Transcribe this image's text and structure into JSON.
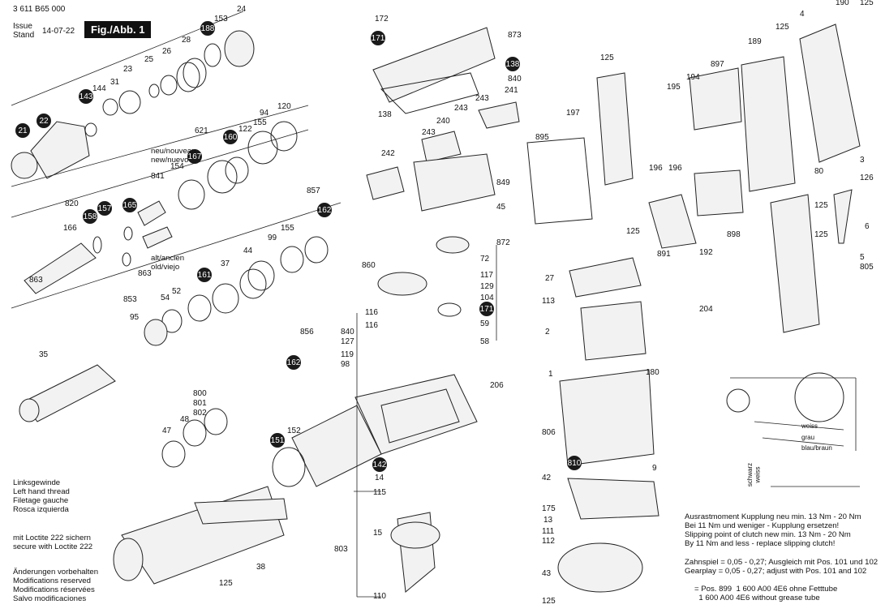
{
  "header": {
    "doc_number": "3 611 B65 000",
    "issue_label": "Issue",
    "stand_label": "Stand",
    "date": "14-07-22",
    "figure": "Fig./Abb. 1"
  },
  "callouts": [
    "24",
    "153",
    "188",
    "28",
    "26",
    "25",
    "23",
    "31",
    "144",
    "143",
    "22",
    "21",
    "94",
    "120",
    "155",
    "122",
    "160",
    "621",
    "167",
    "154",
    "841",
    "165",
    "820",
    "158",
    "157",
    "166",
    "863",
    "863b",
    "857",
    "162",
    "99",
    "155b",
    "37",
    "44",
    "161",
    "52",
    "54",
    "853",
    "95",
    "35",
    "856",
    "162b",
    "98",
    "860",
    "840",
    "116",
    "116b",
    "127",
    "119",
    "800",
    "801",
    "802",
    "48",
    "47",
    "152",
    "151",
    "142",
    "14",
    "38",
    "125",
    "172",
    "873",
    "171",
    "138",
    "840b",
    "138b",
    "241",
    "243",
    "243b",
    "240",
    "243c",
    "242",
    "849",
    "45",
    "872",
    "72",
    "117",
    "129",
    "104",
    "171b",
    "59",
    "58",
    "206",
    "115",
    "15",
    "803",
    "110",
    "27",
    "113",
    "2",
    "1",
    "180",
    "806",
    "9",
    "42",
    "175",
    "13",
    "111",
    "112",
    "43",
    "125b",
    "810",
    "4",
    "190",
    "125c",
    "189",
    "125d",
    "125e",
    "897",
    "195",
    "194",
    "197",
    "895",
    "196",
    "196b",
    "80",
    "126",
    "3",
    "125f",
    "6",
    "898",
    "891",
    "192",
    "125g",
    "5",
    "805",
    "204",
    "125h"
  ],
  "labels": {
    "new_old": "neu/nouveau\nnew/nuevo",
    "old": "alt/ancien\nold/viejo",
    "left_thread": "Linksgewinde\nLeft hand thread\nFiletage gauche\nRosca izquierda",
    "loctite": "mit Loctite 222 sichern\nsecure with Loctite 222",
    "changes": "Änderungen vorbehalten\nModifications reserved\nModifications réservées\nSalvo modificaciones",
    "clutch": "Ausrastmoment Kupplung neu min. 13 Nm - 20 Nm\nBei 11 Nm und weniger - Kupplung ersetzen!\nSlipping point of clutch new min. 13 Nm - 20 Nm\nBy 11 Nm and less - replace slipping clutch!",
    "gear_play": "Zahnspiel = 0,05 - 0,27; Ausgleich mit Pos. 101 und 102\nGearplay = 0,05 - 0,27; adjust with Pos. 101 and 102",
    "grease": "= Pos. 899  1 600 A00 4E6 ohne Fetttube\n  1 600 A00 4E6 without grease tube",
    "wiring": [
      "weiss",
      "grau",
      "blau/braun",
      "schwarz",
      "weiss"
    ]
  },
  "colors": {
    "ink": "#111111",
    "badge": "#1a1a1a",
    "paper": "#ffffff"
  }
}
